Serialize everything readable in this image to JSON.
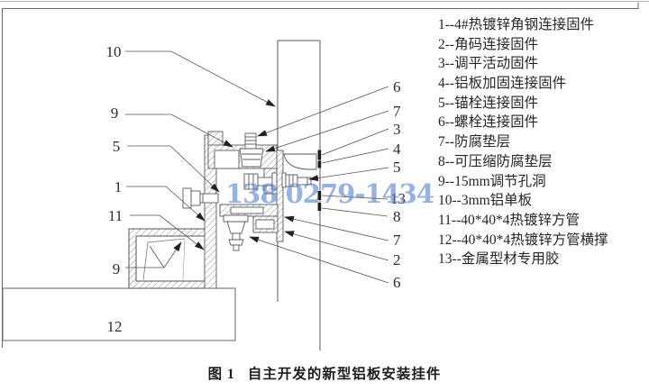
{
  "page": {
    "background": "#ffffff",
    "line_color": "#555555",
    "hatch_color": "#6e6e6e"
  },
  "diagram": {
    "callouts": {
      "left": [
        "10",
        "9",
        "5",
        "1",
        "11",
        "9",
        "12"
      ],
      "right": [
        "6",
        "7",
        "3",
        "4",
        "5",
        "13",
        "8",
        "7",
        "2",
        "6"
      ]
    }
  },
  "legend": {
    "items": [
      "1--4#热镀锌角钢连接固件",
      "2--角码连接固件",
      "3--调平活动固件",
      "4--铝板加固连接固件",
      "5--锚栓连接固件",
      "6--螺栓连接固件",
      "7--防腐垫层",
      "8--可压缩防腐垫层",
      "9--15mm调节孔洞",
      "10--3mm铝单板",
      "11--40*40*4热镀锌方管",
      "12--40*40*4热镀锌方管横撑",
      "13--金属型材专用胶"
    ]
  },
  "watermark": {
    "text": "138 0279-1434",
    "color": "#5586cd"
  },
  "caption": {
    "figure_label": "图 1",
    "title": "自主开发的新型铝板安装挂件"
  }
}
